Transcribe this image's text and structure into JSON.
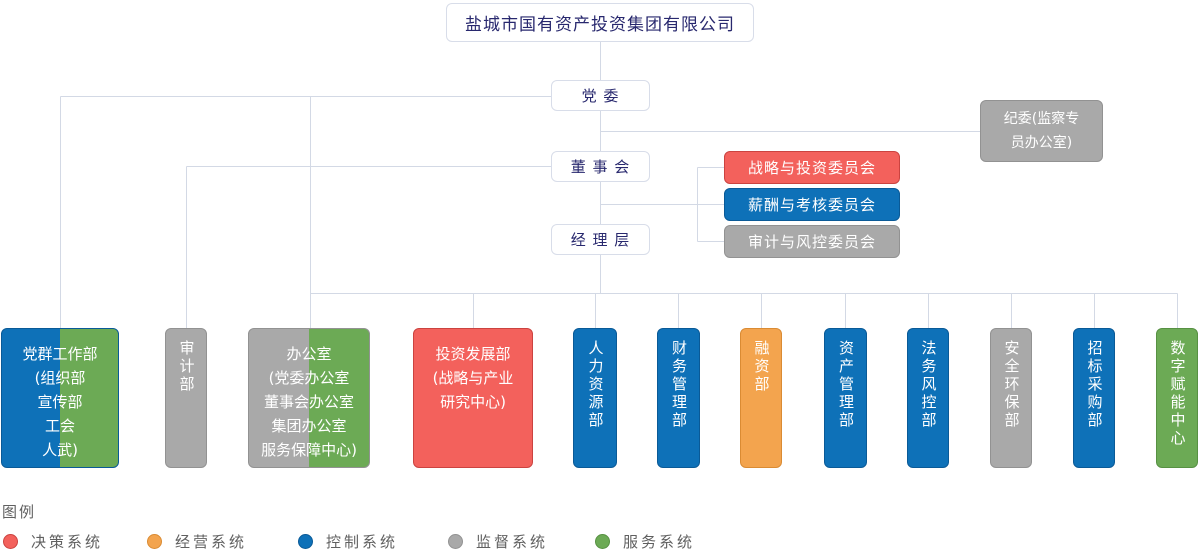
{
  "title": "盐城市国有资产投资集团有限公司",
  "colors": {
    "decision": {
      "fill": "#F3615C",
      "border": "#CB4340"
    },
    "operation": {
      "fill": "#F3A44E",
      "border": "#DA8B33"
    },
    "control": {
      "fill": "#0E71B8",
      "border": "#0A5A97"
    },
    "supervision": {
      "fill": "#A9A9A9",
      "border": "#929292"
    },
    "service": {
      "fill": "#6CAA55",
      "border": "#579143"
    }
  },
  "governance": {
    "party_committee": "党 委",
    "board": "董 事 会",
    "management": "经 理 层"
  },
  "discipline": {
    "label": "纪委(监察专\n员办公室)",
    "system": "supervision"
  },
  "committees": [
    {
      "label": "战略与投资委员会",
      "system": "decision"
    },
    {
      "label": "薪酬与考核委员会",
      "system": "control"
    },
    {
      "label": "审计与风控委员会",
      "system": "supervision"
    }
  ],
  "departments": [
    {
      "label": "党群工作部\n(组织部\n宣传部\n工会\n人武)",
      "systems": [
        "control",
        "service"
      ]
    },
    {
      "label": "审计部",
      "systems": [
        "supervision"
      ]
    },
    {
      "label": "办公室\n(党委办公室\n董事会办公室\n集团办公室\n服务保障中心)",
      "systems": [
        "supervision",
        "service"
      ]
    },
    {
      "label": "投资发展部\n(战略与产业\n研究中心)",
      "systems": [
        "decision"
      ]
    },
    {
      "label": "人力资源部",
      "systems": [
        "control"
      ]
    },
    {
      "label": "财务管理部",
      "systems": [
        "control"
      ]
    },
    {
      "label": "融资部",
      "systems": [
        "operation"
      ]
    },
    {
      "label": "资产管理部",
      "systems": [
        "control"
      ]
    },
    {
      "label": "法务风控部",
      "systems": [
        "control"
      ]
    },
    {
      "label": "安全环保部",
      "systems": [
        "supervision"
      ]
    },
    {
      "label": "招标采购部",
      "systems": [
        "control"
      ]
    },
    {
      "label": "数字赋能中心",
      "systems": [
        "service"
      ]
    }
  ],
  "legend": {
    "title": "图例",
    "items": [
      {
        "label": "决策系统",
        "system": "decision"
      },
      {
        "label": "经营系统",
        "system": "operation"
      },
      {
        "label": "控制系统",
        "system": "control"
      },
      {
        "label": "监督系统",
        "system": "supervision"
      },
      {
        "label": "服务系统",
        "system": "service"
      }
    ]
  }
}
